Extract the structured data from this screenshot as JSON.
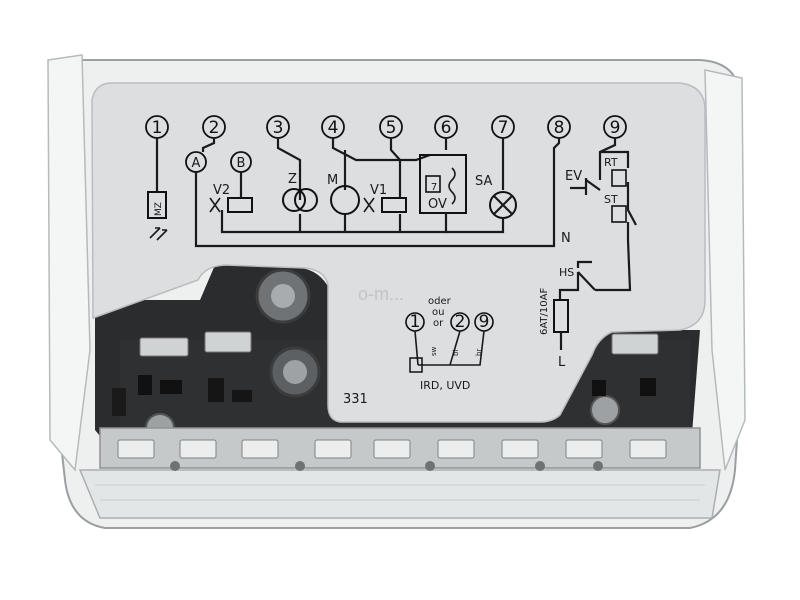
{
  "terminals": [
    "1",
    "2",
    "3",
    "4",
    "5",
    "6",
    "7",
    "8",
    "9"
  ],
  "circuit_labels": {
    "a": "A",
    "b": "B",
    "v2": "V2",
    "z": "Z",
    "m": "M",
    "v1": "V1",
    "relay": "7",
    "ov": "OV",
    "sa": "SA",
    "ev": "EV",
    "rt": "RT",
    "st": "ST",
    "n": "N",
    "hs": "HS",
    "fuse": "6AT/10AF",
    "l": "L",
    "mz": "MZ"
  },
  "alt_sensor": {
    "oder": "oder",
    "ou": "ou",
    "or": "or",
    "terminals": [
      "1",
      "2",
      "9"
    ],
    "wire_colors": [
      "sw",
      "bl",
      "br"
    ],
    "label": "IRD, UVD"
  },
  "model_number": "331",
  "watermark": "o-m..."
}
